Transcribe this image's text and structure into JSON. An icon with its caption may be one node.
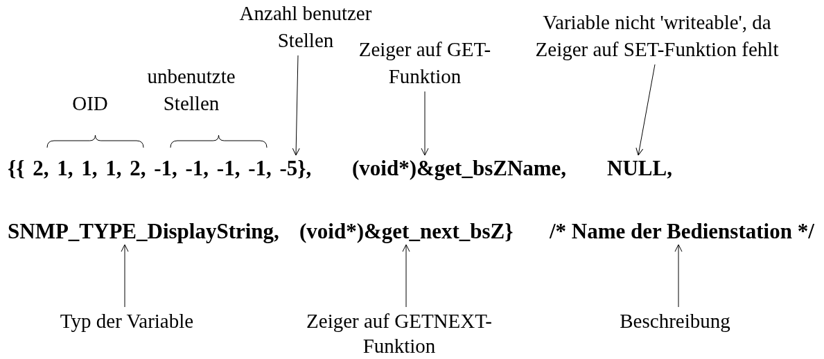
{
  "diagram": {
    "nodes": [
      {
        "text": [
          "{{ 2, 1, 1, 1, 2, -1, -1, -1, -1, -5},"
        ]
      },
      {
        "text": [
          "(void*)&get_bsZName,"
        ]
      },
      {
        "text": [
          "NULL,"
        ]
      },
      {
        "text": [
          "SNMP_TYPE_DisplayString,"
        ]
      },
      {
        "text": [
          "(void*)&get_next_bsZ}"
        ]
      },
      {
        "text": [
          "/* Name der Bedienstation */"
        ]
      },
      {
        "text": [
          "Anzahl benutzer Stellen"
        ]
      },
      {
        "text": [
          "Zeiger auf GET-Funktion"
        ]
      },
      {
        "text": [
          "Variable nicht 'writeable', da Zeiger auf SET-Funktion fehlt"
        ]
      },
      {
        "text": [
          "Typ der Variable"
        ]
      },
      {
        "text": [
          "Zeiger auf GETNEXT- Funktion"
        ]
      },
      {
        "text": [
          "Beschreibung"
        ]
      }
    ],
    "edges": [
      {
        "from": 6,
        "to": 0,
        "arrow": "to"
      },
      {
        "from": 7,
        "to": 1,
        "arrow": "to"
      },
      {
        "from": 8,
        "to": 2,
        "arrow": "to"
      },
      {
        "from": 9,
        "to": 3,
        "arrow": "to"
      },
      {
        "from": 10,
        "to": 4,
        "arrow": "to"
      },
      {
        "from": 11,
        "to": 5,
        "arrow": "to"
      }
    ],
    "labels": [
      "OID",
      "unbenutzte Stellen"
    ]
  }
}
